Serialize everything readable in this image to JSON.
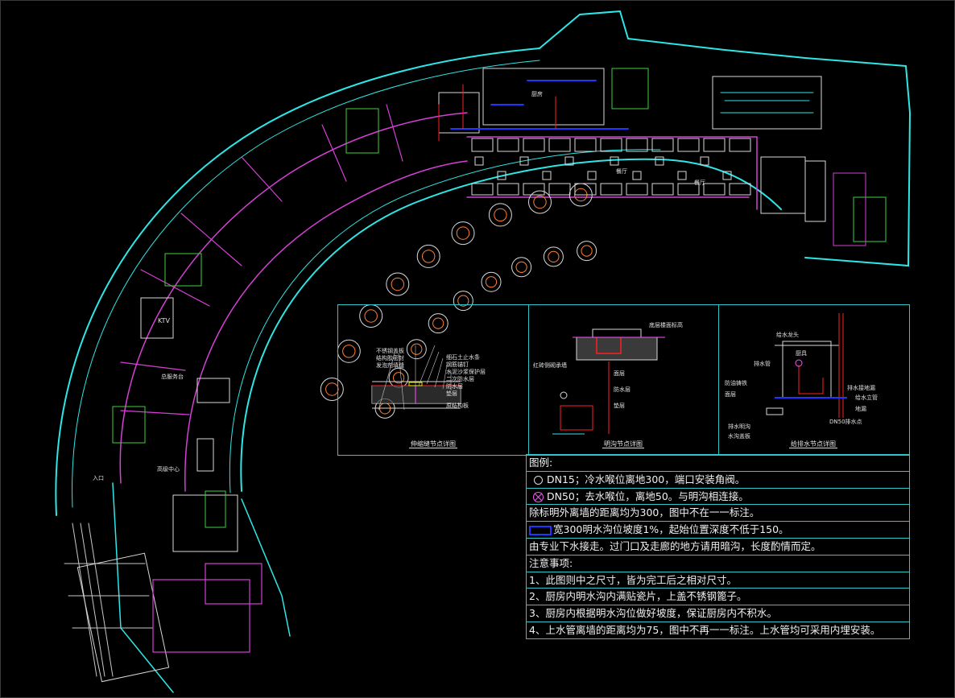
{
  "plan": {
    "room_labels": {
      "ktv": "KTV",
      "reception": "总服务台",
      "lobby_center": "高级中心",
      "entrance": "入口",
      "kitchen": "厨房",
      "dining_hall": "餐厅"
    }
  },
  "details": [
    {
      "title": "伸缩缝节点详图",
      "labels": [
        "不锈钢盖板",
        "结构胶密封",
        "发泡剂填缝",
        "细石土止水条",
        "钢筋锚钉",
        "水泥沙浆保护层",
        "二次防水层",
        "防水层",
        "垫层",
        "原结构板"
      ]
    },
    {
      "title": "明沟节点详图",
      "labels": [
        "底层楼面标高",
        "红砖侧砌承墙",
        "面层",
        "防水层",
        "垫层"
      ]
    },
    {
      "title": "给排水节点详图",
      "labels": [
        "给水龙头",
        "厨具",
        "排水管",
        "防油铸铁",
        "面层",
        "排水明沟",
        "水沟盖板",
        "排水接地漏",
        "DN50排水点",
        "给水立管",
        "地漏"
      ]
    }
  ],
  "legend": {
    "heading": "图例:",
    "item_1": "DN15；冷水喉位离地300，端口安装角阀。",
    "item_2": "DN50；去水喉位，离地50。与明沟相连接。",
    "note_1": "除标明外离墙的距离均为300，图中不在一一标注。",
    "item_3": "宽300明水沟位坡度1%，起始位置深度不低于150。",
    "note_2": "由专业下水接走。过门口及走廊的地方请用暗沟，长度酌情而定。",
    "notes_heading": "注意事项:",
    "note_3": "1、此图则中之尺寸，皆为完工后之相对尺寸。",
    "note_4": "2、厨房内明水沟内满贴瓷片，上盖不锈钢篦子。",
    "note_5": "3、厨房内根据明水沟位做好坡度，保证厨房内不积水。",
    "note_6": "4、上水管离墙的距离均为75，图中不再一一标注。上水管均可采用内埋安装。"
  },
  "colors": {
    "background": "#000000",
    "wall_cyan": "#2ee6e6",
    "partition_magenta": "#d540d5",
    "furniture_white": "#d8d8d8",
    "drain_blue": "#2434ff",
    "pipe_red": "#ff2020",
    "table_border": "#2ec6c6",
    "stair_green": "#3cd23c"
  }
}
